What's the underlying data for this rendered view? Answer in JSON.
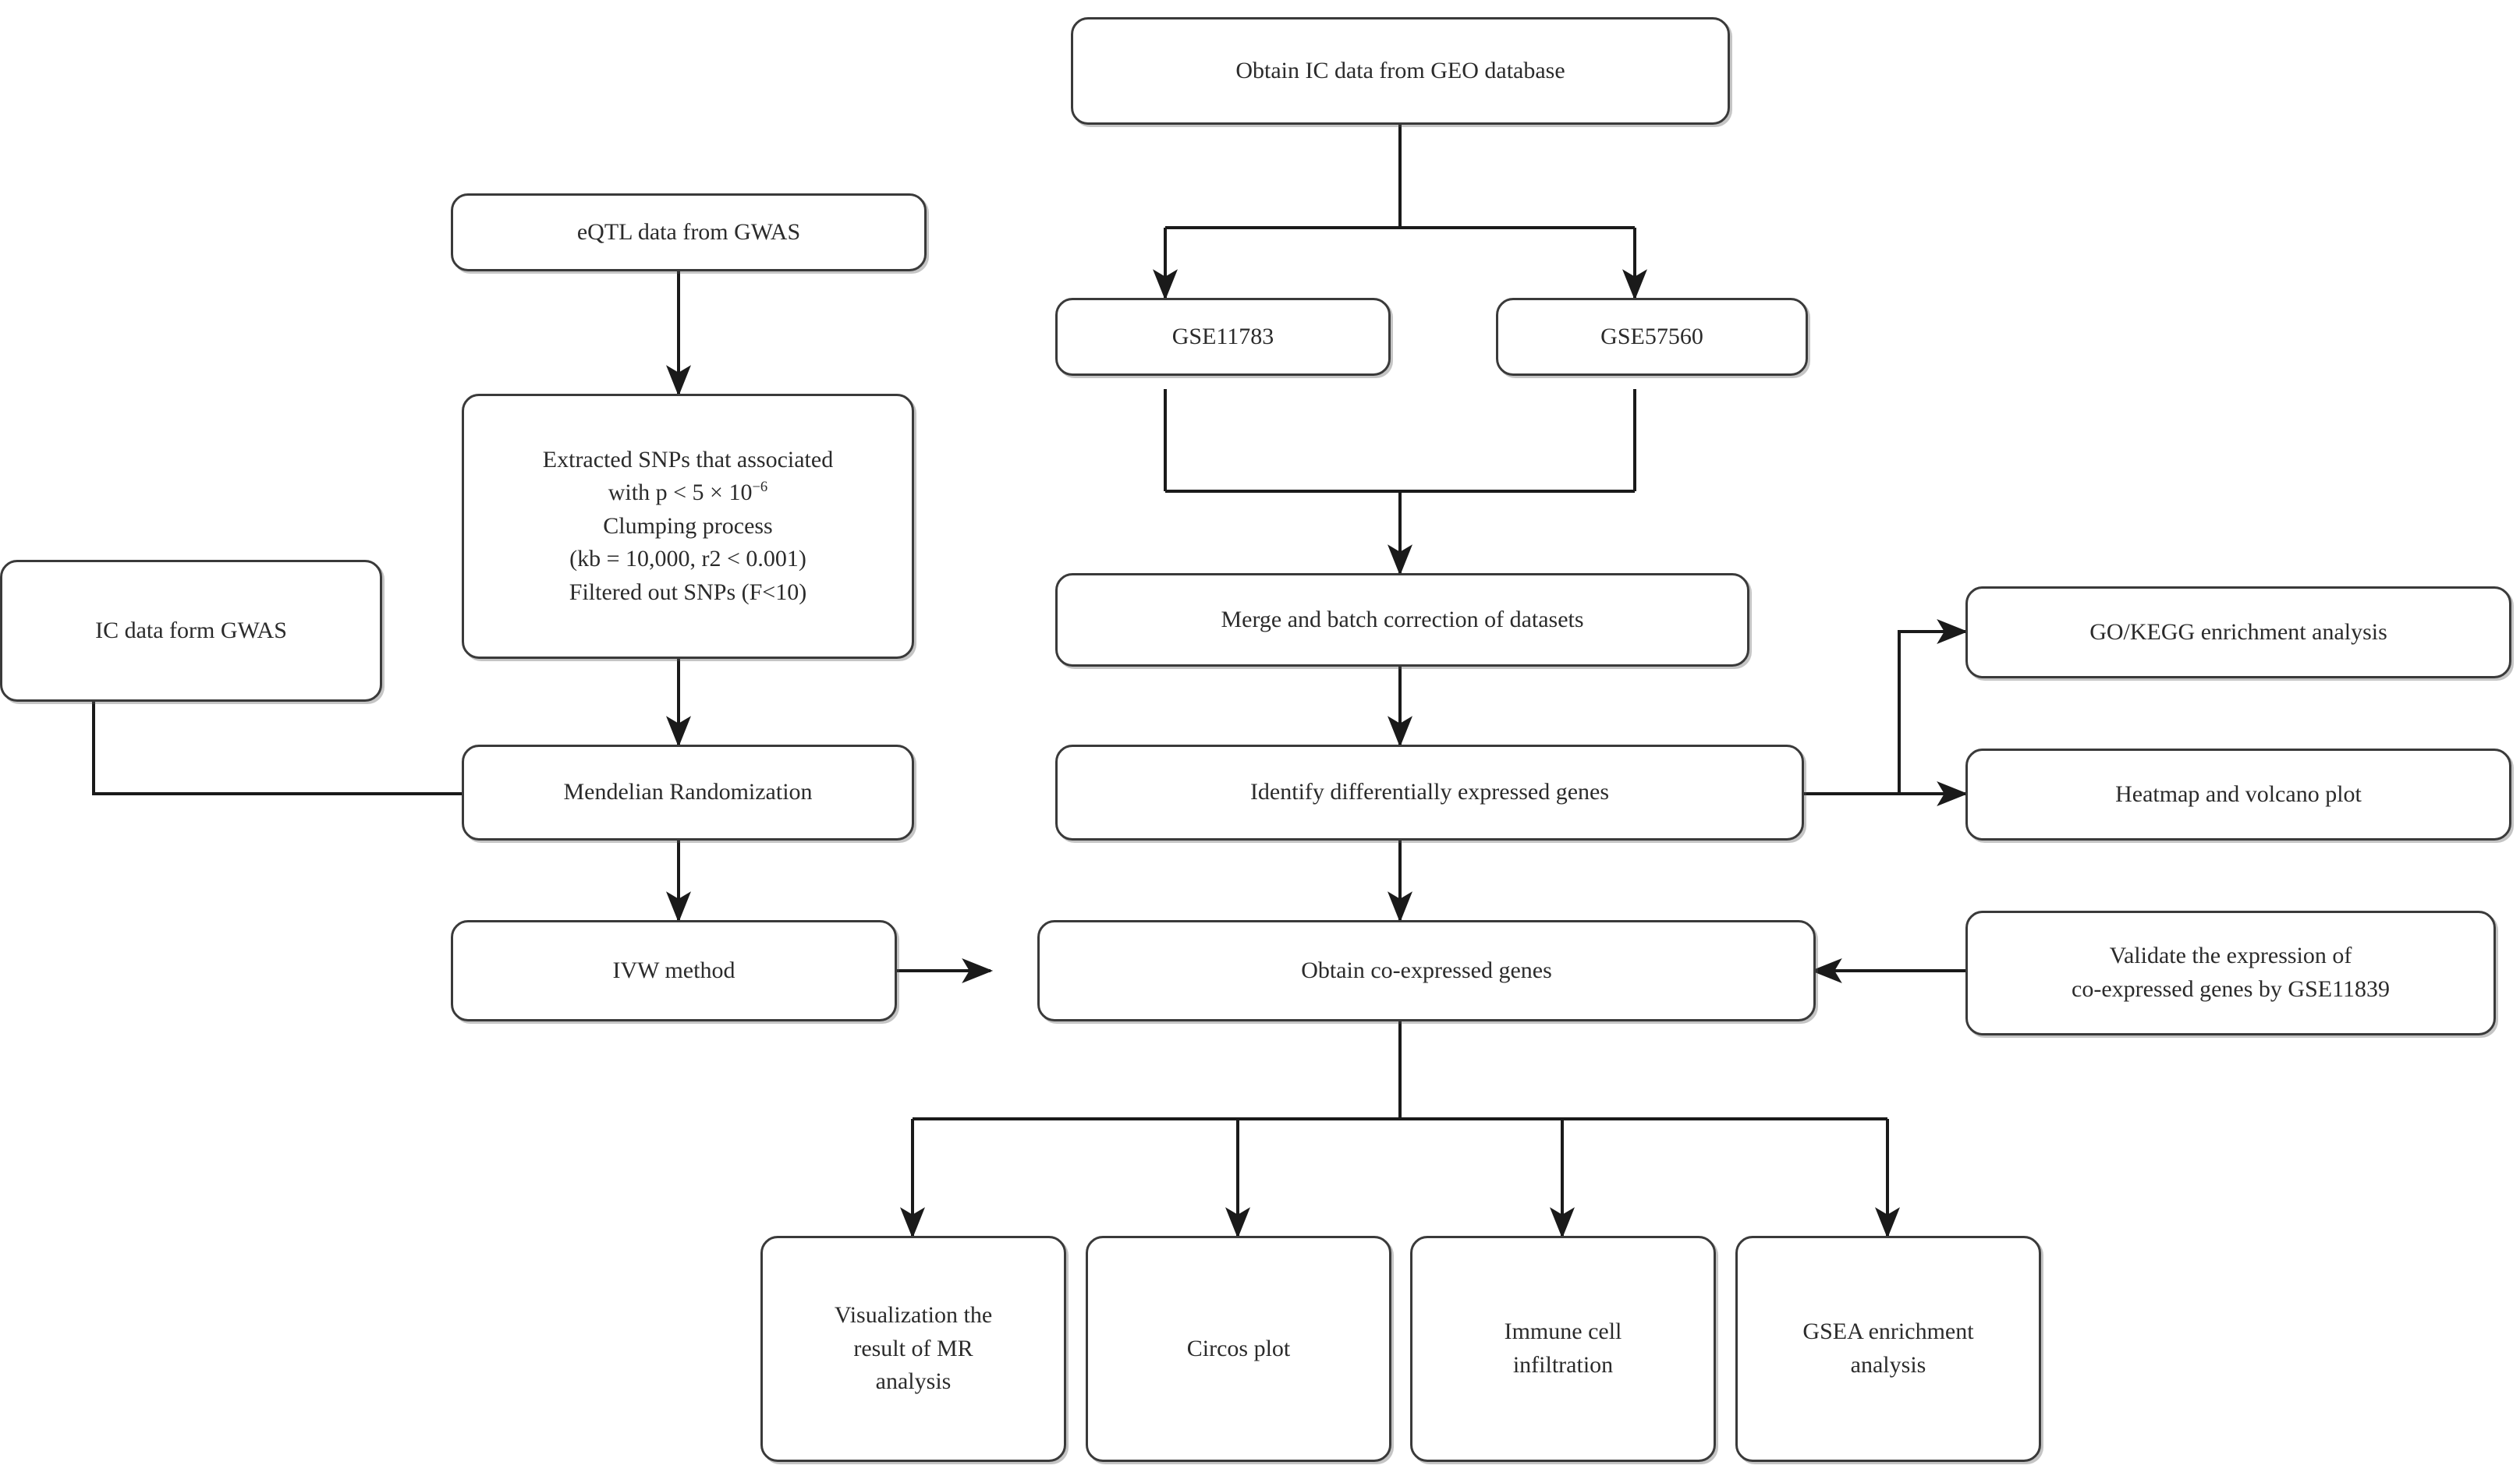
{
  "diagram": {
    "title": "Study workflow flowchart",
    "style": {
      "box_border": "#3a3a3a",
      "text_color": "#2b2b2b",
      "background": "#ffffff",
      "arrow_color": "#1a1a1a"
    }
  },
  "nodes": {
    "obtain_ic_geo": {
      "label": "Obtain IC data from GEO database"
    },
    "eqtl_gwas": {
      "label": "eQTL data from GWAS"
    },
    "gse11783": {
      "label": "GSE11783"
    },
    "gse57560": {
      "label": "GSE57560"
    },
    "snp_extract": {
      "line1": "Extracted SNPs that associated",
      "line2_pre": "with p < 5 ",
      "line2_times": "×",
      "line2_base": " 10",
      "line2_exp": "−6",
      "line3": "Clumping process",
      "line4": "(kb = 10,000, r2 < 0.001)",
      "line5": "Filtered out SNPs (F<10)"
    },
    "ic_data_gwas": {
      "label": "IC data form GWAS"
    },
    "merge_batch": {
      "label": "Merge and batch correction of datasets"
    },
    "go_kegg": {
      "label": "GO/KEGG enrichment analysis"
    },
    "mendelian": {
      "label": "Mendelian Randomization"
    },
    "identify_deg": {
      "label": "Identify differentially expressed genes"
    },
    "heatmap_volcano": {
      "label": "Heatmap and volcano plot"
    },
    "ivw": {
      "label": "IVW method"
    },
    "obtain_coexpressed": {
      "label": "Obtain co-expressed genes"
    },
    "validate": {
      "line1": "Validate the expression of",
      "line2": "co-expressed genes by GSE11839"
    },
    "viz_mr": {
      "line1": "Visualization the",
      "line2": "result of MR",
      "line3": "analysis"
    },
    "circos": {
      "label": "Circos plot"
    },
    "immune": {
      "line1": "Immune cell",
      "line2": "infiltration"
    },
    "gsea": {
      "line1": "GSEA enrichment",
      "line2": "analysis"
    }
  }
}
